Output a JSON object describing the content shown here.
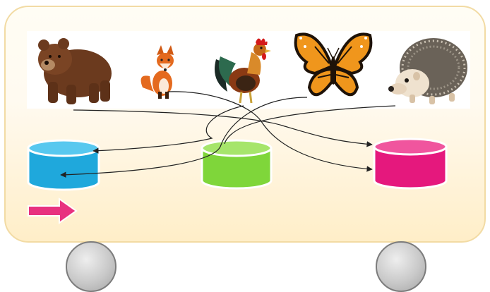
{
  "scene": {
    "animals": [
      {
        "name": "bear"
      },
      {
        "name": "fox"
      },
      {
        "name": "rooster"
      },
      {
        "name": "butterfly"
      },
      {
        "name": "hedgehog"
      }
    ],
    "containers": [
      {
        "name": "blue-bin",
        "color": "#1fa8dc"
      },
      {
        "name": "green-bin",
        "color": "#7fd63a"
      },
      {
        "name": "pink-bin",
        "color": "#e5187d"
      }
    ],
    "arrow_color": "#e8317f",
    "link_color": "#222222"
  }
}
